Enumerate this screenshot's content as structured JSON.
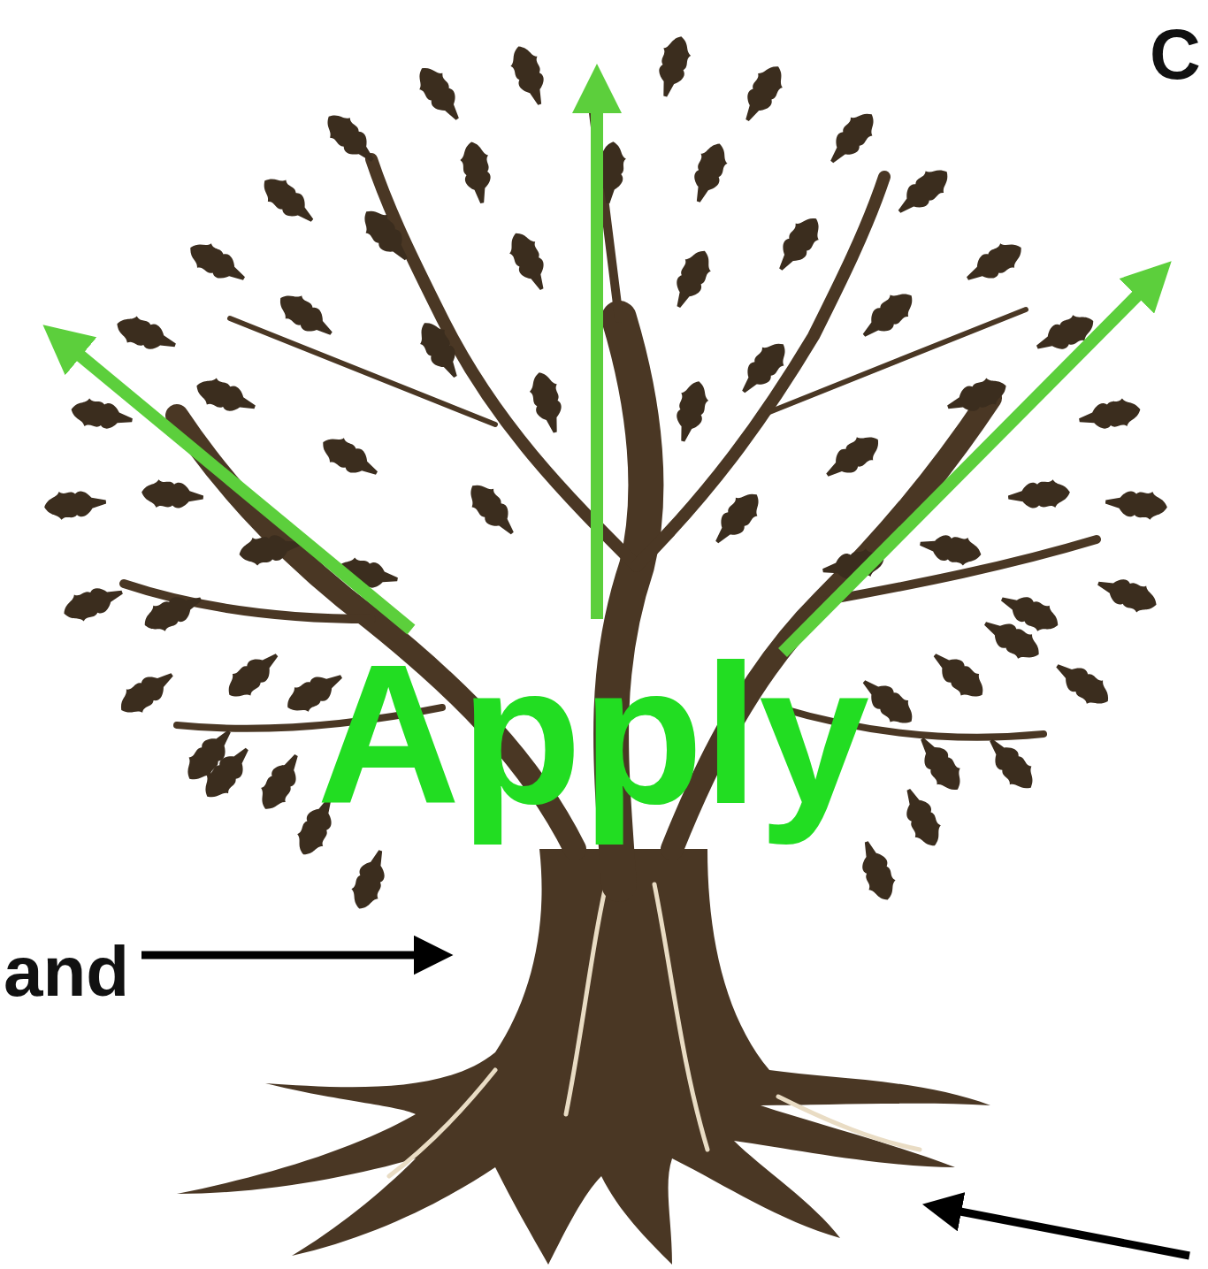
{
  "diagram": {
    "labels": [
      "C",
      "Apply",
      "and"
    ]
  }
}
